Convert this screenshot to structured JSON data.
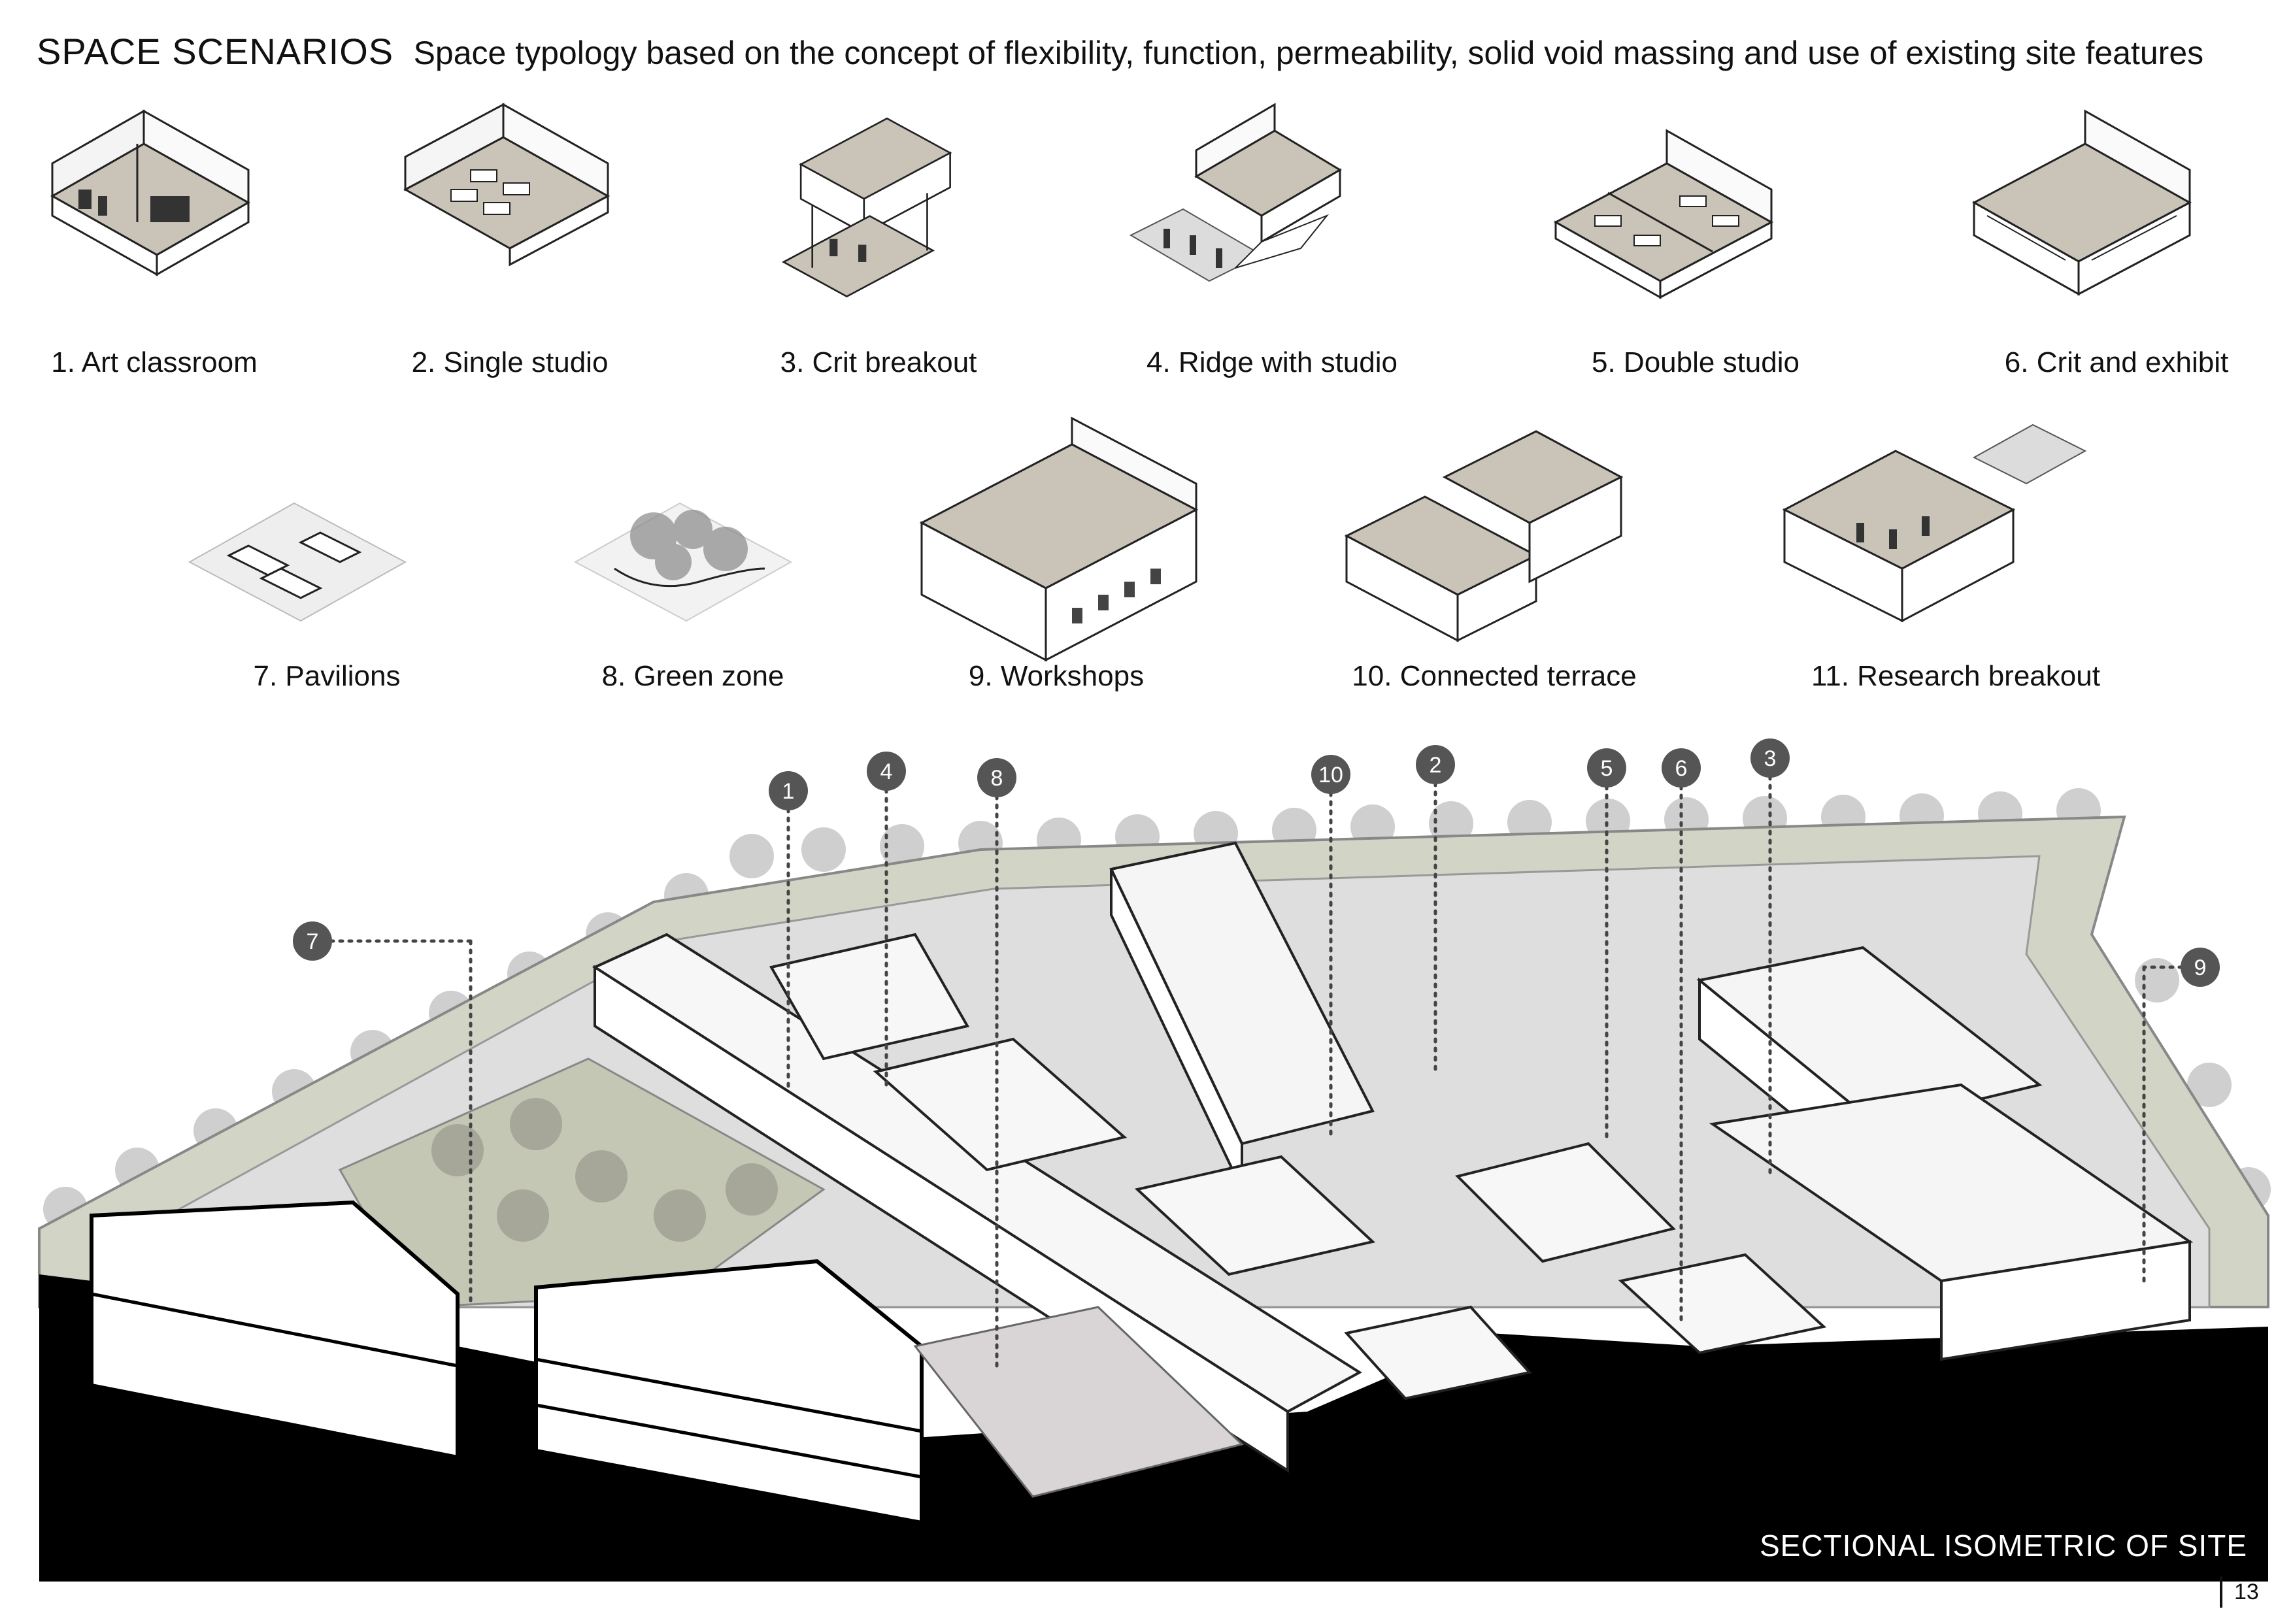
{
  "header": {
    "title": "SPACE SCENARIOS",
    "subtitle": "Space typology based on the concept of flexibility, function, permeability, solid void massing and use of existing site features"
  },
  "scenarios": [
    {
      "n": "1",
      "label": "1. Art classroom"
    },
    {
      "n": "2",
      "label": "2. Single studio"
    },
    {
      "n": "3",
      "label": "3. Crit breakout"
    },
    {
      "n": "4",
      "label": "4. Ridge  with studio"
    },
    {
      "n": "5",
      "label": "5. Double studio"
    },
    {
      "n": "6",
      "label": "6. Crit and exhibit"
    },
    {
      "n": "7",
      "label": "7. Pavilions"
    },
    {
      "n": "8",
      "label": "8. Green zone"
    },
    {
      "n": "9",
      "label": "9. Workshops"
    },
    {
      "n": "10",
      "label": "10. Connected terrace"
    },
    {
      "n": "11",
      "label": "11. Research breakout"
    }
  ],
  "site": {
    "title": "SECTIONAL ISOMETRIC  OF SITE",
    "markers": [
      "1",
      "4",
      "8",
      "10",
      "2",
      "5",
      "6",
      "3",
      "7",
      "9"
    ]
  },
  "page_number": "13",
  "colors": {
    "floor": "#c9c3b8",
    "plaza": "#d6d6d6",
    "green": "#b8bca8",
    "ground": "#000000",
    "line": "#222222",
    "marker": "#555555"
  }
}
